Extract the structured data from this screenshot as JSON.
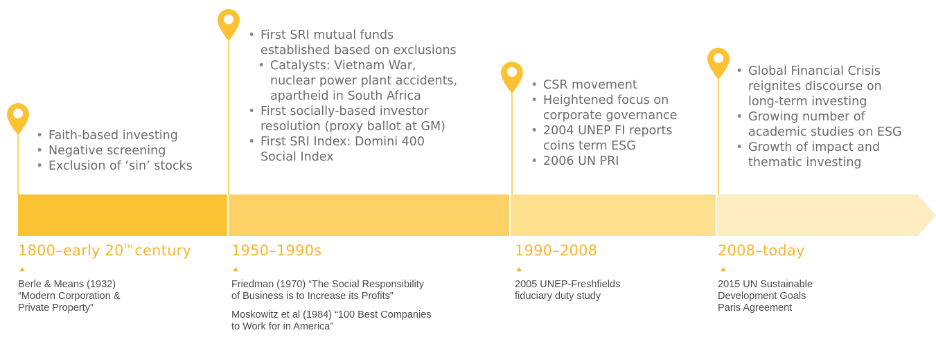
{
  "colors": {
    "pin": "#fbc234",
    "era_text": "#f9b52f",
    "segment_1": "#fbc234",
    "segment_2": "#fcd165",
    "segment_3": "#fde08e",
    "segment_4": "#feecc2"
  },
  "periods": [
    {
      "era": {
        "main": "1800–early 20",
        "sup": "TH",
        "tail": "century"
      },
      "bullets": [
        {
          "text": "Faith-based investing"
        },
        {
          "text": "Negative screening"
        },
        {
          "text": "Exclusion of ‘sin’ stocks"
        }
      ],
      "references": [
        "Berle & Means (1932)\n“Modern Corporation &\nPrivate Property”"
      ]
    },
    {
      "era": {
        "main": "1950–1990s"
      },
      "bullets": [
        {
          "text": "First SRI mutual funds\nestablished based on exclusions"
        },
        {
          "text": "Catalysts: Vietnam War,\nnuclear power plant accidents,\napartheid in South Africa"
        },
        {
          "text": "First socially-based investor\nresolution (proxy ballot at GM)"
        },
        {
          "text": "First SRI Index: Domini 400\nSocial Index"
        }
      ],
      "references": [
        "Friedman (1970) “The Social Responsibility\nof Business is to Increase its Profits”",
        "Moskowitz et al (1984) “100 Best Companies\nto Work for in America”"
      ]
    },
    {
      "era": {
        "main": "1990–2008"
      },
      "bullets": [
        {
          "text": "CSR movement"
        },
        {
          "text": "Heightened focus on\ncorporate governance"
        },
        {
          "text": "2004 UNEP FI reports\ncoins term ESG"
        },
        {
          "text": "2006 UN PRI"
        }
      ],
      "references": [
        "2005 UNEP-Freshfields\nfiduciary duty study"
      ]
    },
    {
      "era": {
        "main": "2008–today"
      },
      "bullets": [
        {
          "text": "Global Financial Crisis\nreignites discourse on\nlong-term investing"
        },
        {
          "text": "Growing number of\nacademic studies on ESG"
        },
        {
          "text": "Growth of impact and\nthematic investing"
        }
      ],
      "references": [
        "2015 UN Sustainable\nDevelopment Goals\nParis Agreement"
      ]
    }
  ]
}
